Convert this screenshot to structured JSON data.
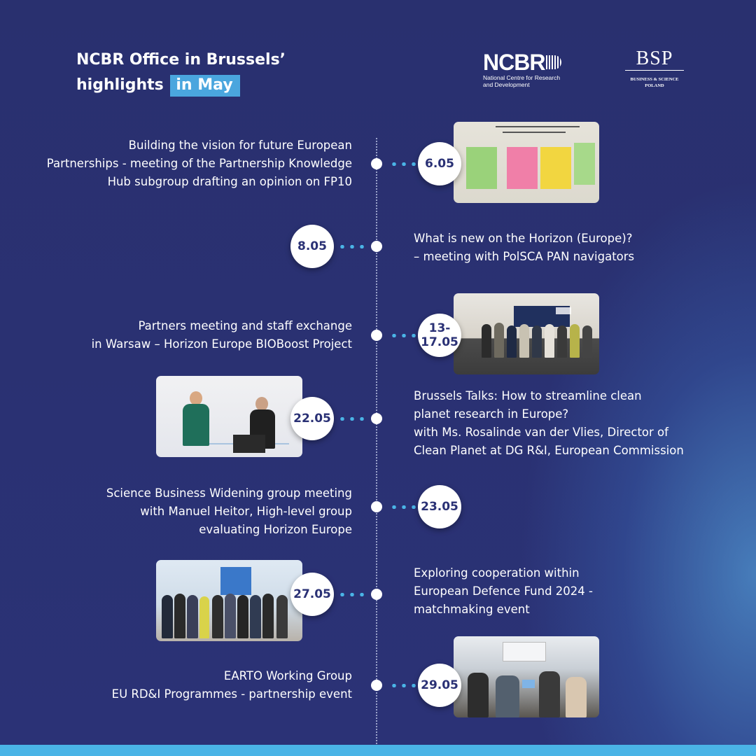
{
  "header": {
    "title_line1": "NCBR Office in Brussels’",
    "title_line2": "highlights",
    "title_highlight": "in May"
  },
  "logos": {
    "ncbr_word": "NCBR",
    "ncbr_sub_line1": "National Centre for Research",
    "ncbr_sub_line2": "and Development",
    "bsp_word": "BSP",
    "bsp_sub_line1": "BUSINESS & SCIENCE",
    "bsp_sub_line2": "POLAND"
  },
  "events": [
    {
      "date": "6.05",
      "text": "Building the vision for future European\nPartnerships - meeting of the Partnership  Knowledge\nHub subgroup drafting an opinion on FP10"
    },
    {
      "date": "8.05",
      "text": "What is new on the Horizon (Europe)?\n– meeting with PolSCA PAN navigators"
    },
    {
      "date": "13-\n17.05",
      "text": "Partners meeting and staff exchange\nin Warsaw – Horizon Europe BIOBoost Project"
    },
    {
      "date": "22.05",
      "text": "Brussels Talks: How to streamline clean\nplanet research in Europe?\nwith Ms. Rosalinde van der Vlies, Director of\nClean Planet at DG R&I, European Commission"
    },
    {
      "date": "23.05",
      "text": "Science Business Widening group meeting\nwith Manuel Heitor, High-level group\nevaluating Horizon Europe"
    },
    {
      "date": "27.05",
      "text": "Exploring cooperation within\nEuropean Defence Fund 2024 -\nmatchmaking event"
    },
    {
      "date": "29.05",
      "text": "EARTO Working Group\nEU RD&I Programmes - partnership event"
    }
  ],
  "colors": {
    "background": "#2a3175",
    "accent": "#4ab4e6",
    "highlight": "#4aa6de"
  }
}
